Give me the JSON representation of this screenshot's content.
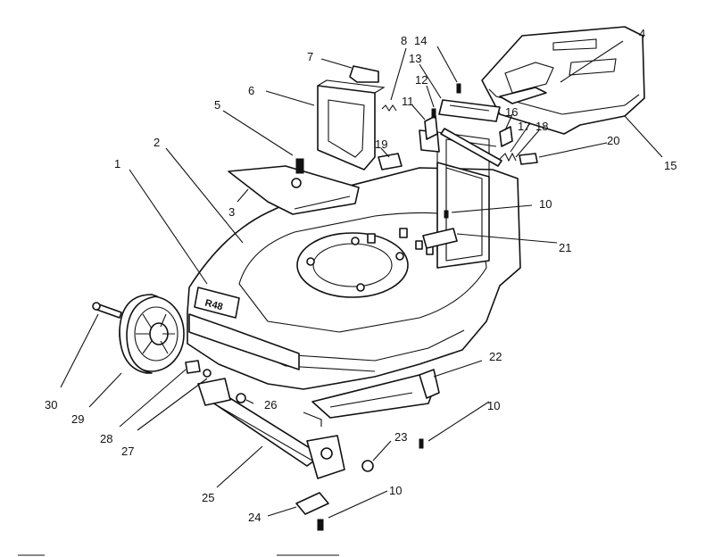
{
  "diagram": {
    "deck_decal": "R48",
    "callouts": [
      "1",
      "2",
      "3",
      "4",
      "5",
      "6",
      "7",
      "8",
      "10",
      "11",
      "12",
      "13",
      "14",
      "15",
      "16",
      "17",
      "18",
      "19",
      "20",
      "21",
      "22",
      "23",
      "24",
      "25",
      "26",
      "27",
      "28",
      "29",
      "30"
    ]
  }
}
